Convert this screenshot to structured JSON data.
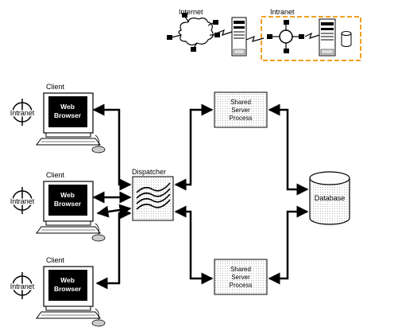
{
  "top": {
    "internet_label": "Internet",
    "intranet_label": "Intranet"
  },
  "clients": [
    {
      "label": "Client",
      "intranet": "Intranet",
      "screen_line1": "Web",
      "screen_line2": "Browser"
    },
    {
      "label": "Client",
      "intranet": "Intranet",
      "screen_line1": "Web",
      "screen_line2": "Browser"
    },
    {
      "label": "Client",
      "intranet": "Intranet",
      "screen_line1": "Web",
      "screen_line2": "Browser"
    }
  ],
  "dispatcher": {
    "label": "Dispatcher"
  },
  "shared_servers": [
    {
      "line1": "Shared",
      "line2": "Server",
      "line3": "Process"
    },
    {
      "line1": "Shared",
      "line2": "Server",
      "line3": "Process"
    }
  ],
  "database": {
    "label": "Database"
  },
  "colors": {
    "intranet_border": "#f0a020",
    "line": "#000000"
  }
}
